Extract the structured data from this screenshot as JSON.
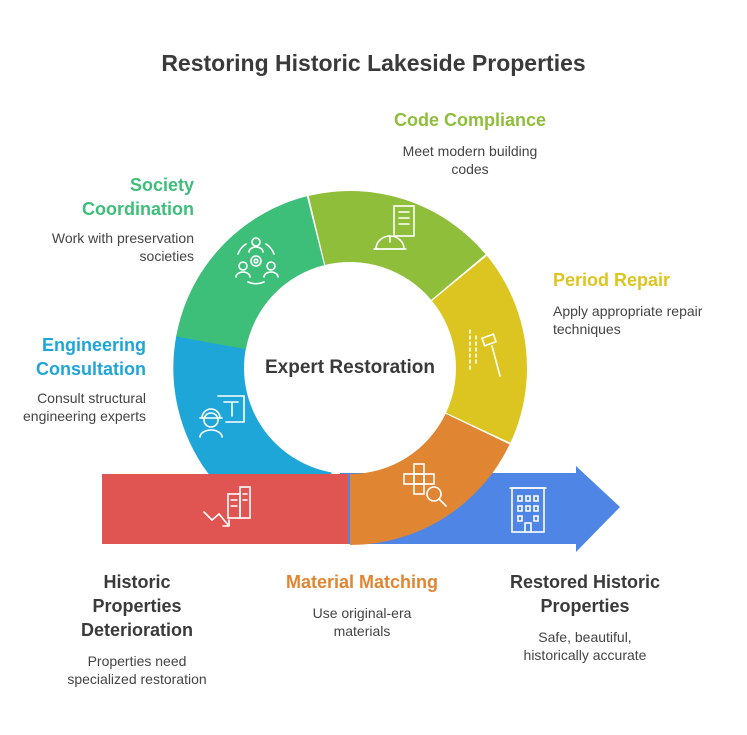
{
  "title": "Restoring Historic Lakeside Properties",
  "center": "Expert Restoration",
  "colors": {
    "red": "#e05452",
    "blue_arrow": "#4f86e6",
    "cyan": "#1fa6d9",
    "green": "#3dbf7a",
    "lime": "#8fbe3a",
    "yellow": "#dcc520",
    "orange": "#e08532",
    "dark_text": "#3a3a3a"
  },
  "stages": {
    "society": {
      "title_line1": "Society",
      "title_line2": "Coordination",
      "desc_line1": "Work with preservation",
      "desc_line2": "societies",
      "icon": "people-gear-icon"
    },
    "code": {
      "title": "Code Compliance",
      "desc_line1": "Meet modern building",
      "desc_line2": "codes",
      "icon": "building-helmet-icon"
    },
    "period": {
      "title": "Period Repair",
      "desc_line1": "Apply appropriate repair",
      "desc_line2": "techniques",
      "icon": "hammer-icon"
    },
    "engineering": {
      "title_line1": "Engineering",
      "title_line2": "Consultation",
      "desc_line1": "Consult structural",
      "desc_line2": "engineering experts",
      "icon": "engineer-blueprint-icon"
    },
    "material": {
      "title": "Material Matching",
      "desc_line1": "Use original-era",
      "desc_line2": "materials",
      "icon": "tiles-magnifier-icon"
    },
    "start": {
      "title_line1": "Historic",
      "title_line2": "Properties",
      "title_line3": "Deterioration",
      "desc_line1": "Properties need",
      "desc_line2": "specialized restoration",
      "icon": "decline-building-icon"
    },
    "end": {
      "title_line1": "Restored Historic",
      "title_line2": "Properties",
      "desc_line1": "Safe, beautiful,",
      "desc_line2": "historically accurate",
      "icon": "building-icon"
    }
  }
}
